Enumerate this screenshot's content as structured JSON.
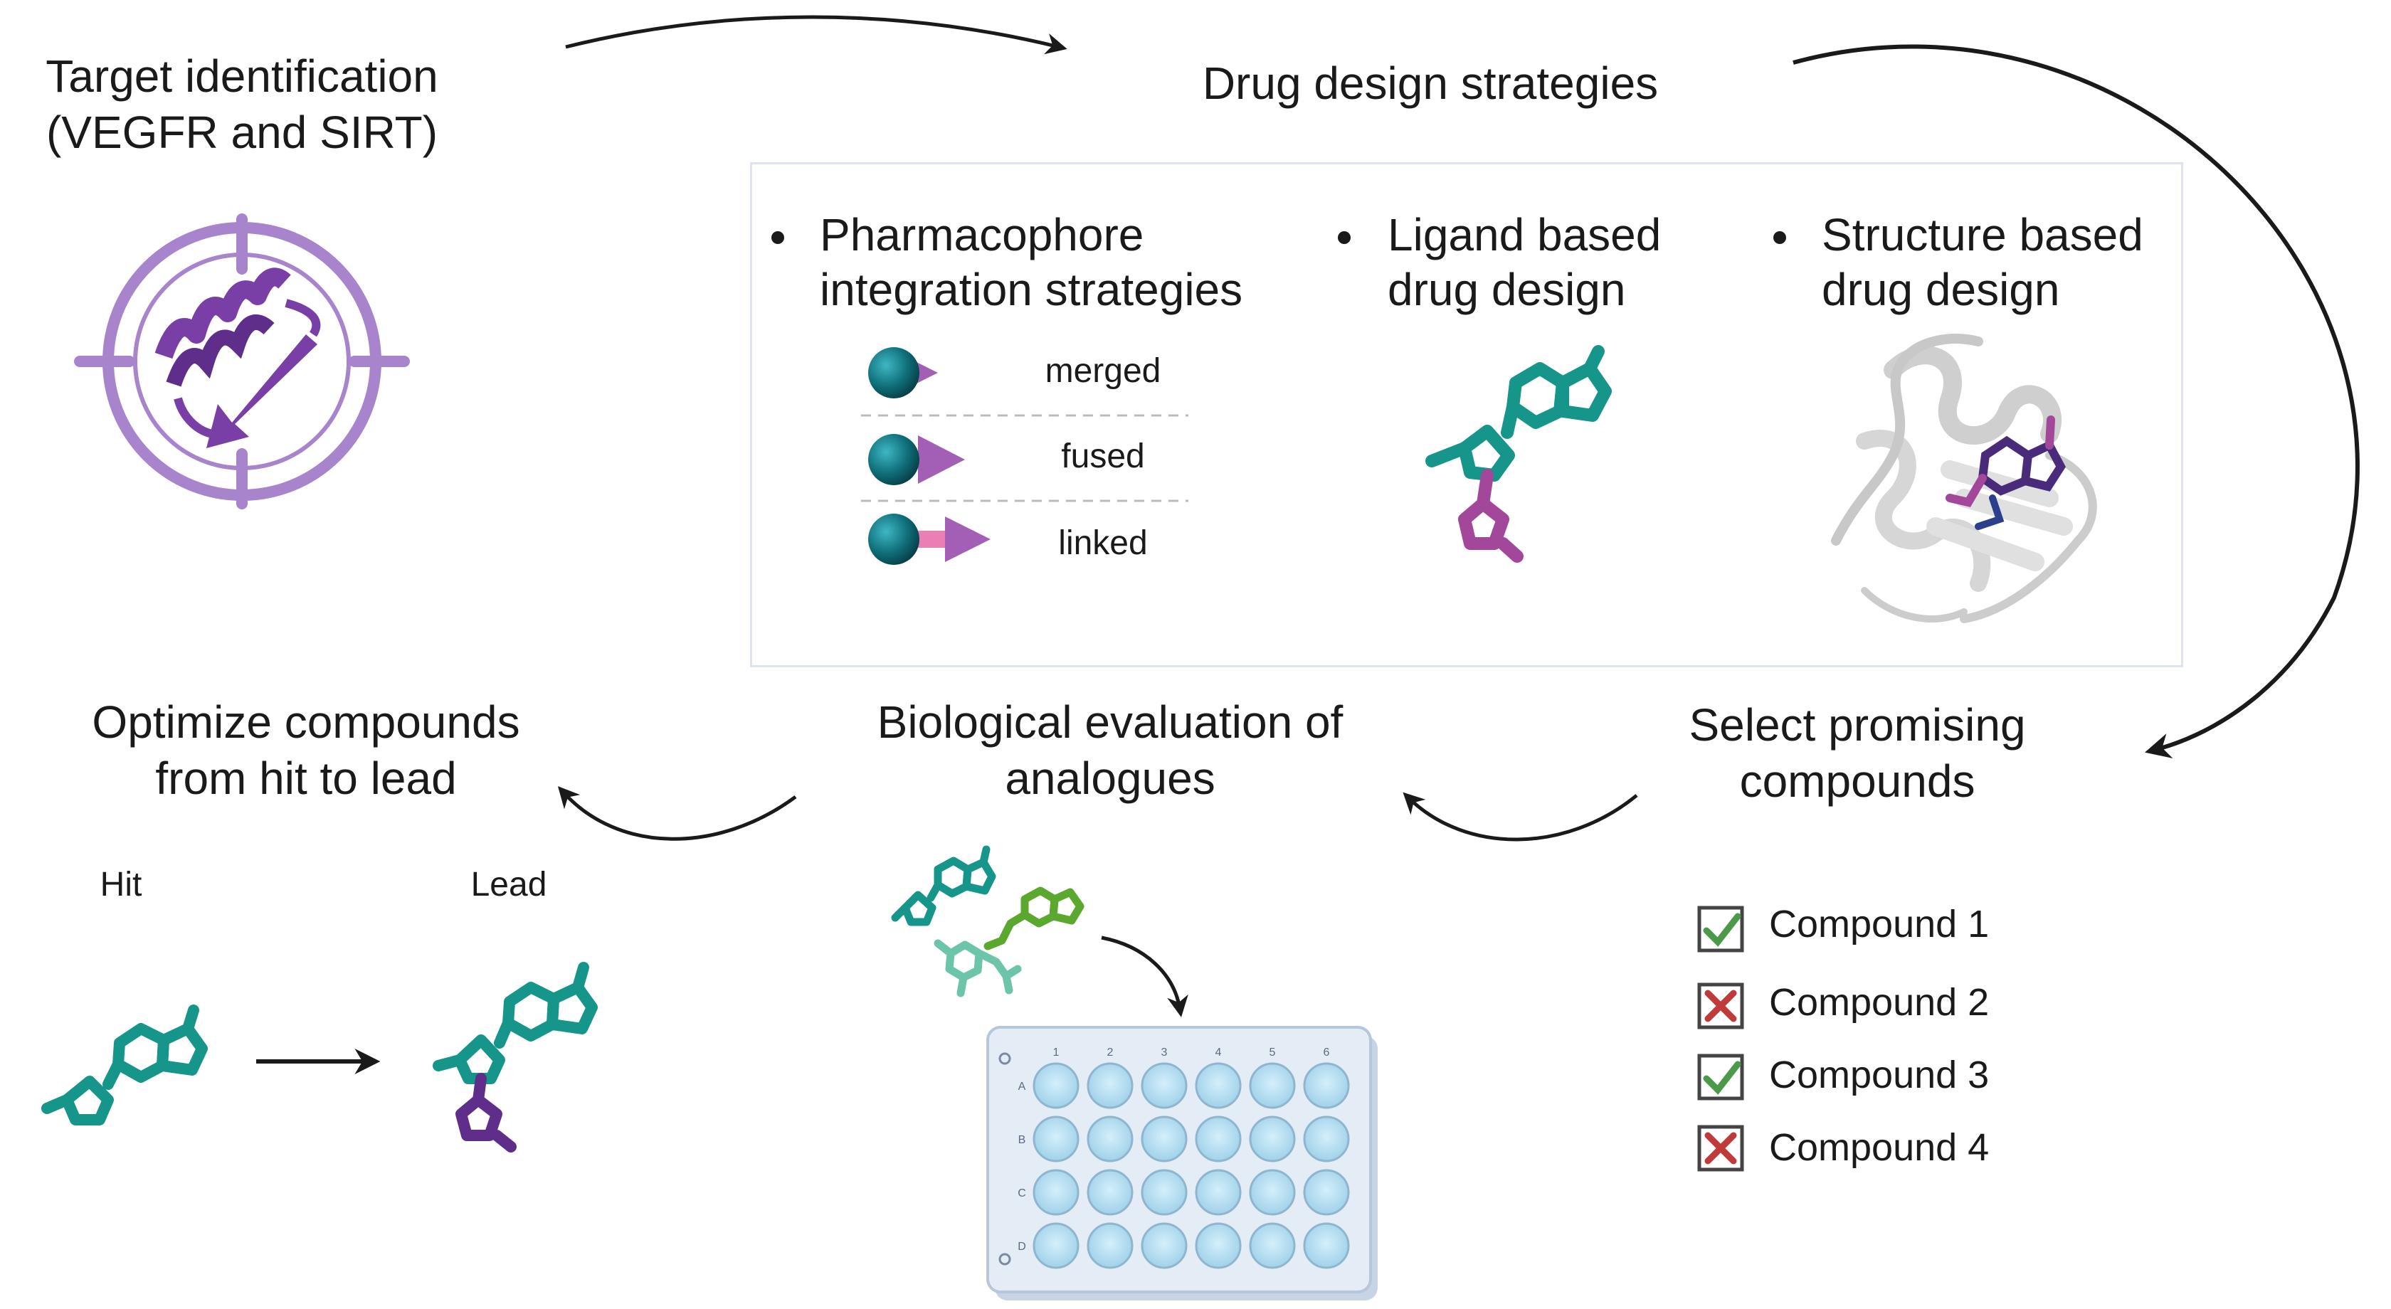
{
  "steps": {
    "target": {
      "line1": "Target identification",
      "line2": "(VEGFR and SIRT)"
    },
    "design": {
      "title": "Drug design strategies"
    },
    "select": {
      "line1": "Select promising",
      "line2": "compounds"
    },
    "bio": {
      "line1": "Biological evaluation of",
      "line2": "analogues"
    },
    "optimize": {
      "line1": "Optimize compounds",
      "line2": "from hit to lead"
    }
  },
  "strategies": [
    {
      "line1": "Pharmacophore",
      "line2": "integration strategies"
    },
    {
      "line1": "Ligand based",
      "line2": "drug design"
    },
    {
      "line1": "Structure based",
      "line2": "drug design"
    }
  ],
  "integration_modes": [
    "merged",
    "fused",
    "linked"
  ],
  "optimize_labels": {
    "hit": "Hit",
    "lead": "Lead"
  },
  "compounds": [
    {
      "label": "Compound 1",
      "status": "check"
    },
    {
      "label": "Compound 2",
      "status": "cross"
    },
    {
      "label": "Compound 3",
      "status": "check"
    },
    {
      "label": "Compound 4",
      "status": "cross"
    }
  ],
  "plate": {
    "columns": [
      "1",
      "2",
      "3",
      "4",
      "5",
      "6"
    ],
    "rows": [
      "A",
      "B",
      "C",
      "D"
    ]
  },
  "colors": {
    "teal": "#16958a",
    "purple": "#5e2e8a",
    "magenta": "#a2479a",
    "target_purple": "#a784cc",
    "check_green": "#4a9a4a",
    "cross_red": "#c03a3a",
    "well_blue": "#b9e2f5"
  }
}
